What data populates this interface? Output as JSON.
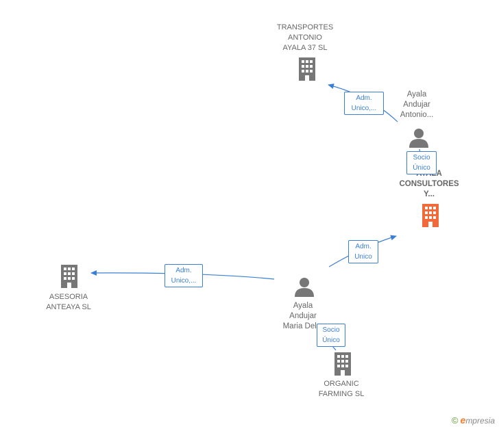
{
  "colors": {
    "edge": "#3a7fd5",
    "company_icon": "#777777",
    "focus_icon": "#f26a3a",
    "person_icon": "#777777",
    "label_text": "#666666"
  },
  "nodes": {
    "transportes": {
      "lines": [
        "TRANSPORTES",
        "ANTONIO",
        "AYALA 37  SL"
      ],
      "icon": "building-icon"
    },
    "ayala_antonio": {
      "lines": [
        "Ayala",
        "Andujar",
        "Antonio..."
      ],
      "icon": "person-icon"
    },
    "ayala_consultores": {
      "lines": [
        "AYALA",
        "CONSULTORES",
        "Y..."
      ],
      "icon": "building-icon"
    },
    "asesoria": {
      "lines": [
        "ASESORIA",
        "ANTEAYA SL"
      ],
      "icon": "building-icon"
    },
    "ayala_maria": {
      "lines": [
        "Ayala",
        "Andujar",
        "Maria Del..."
      ],
      "icon": "person-icon"
    },
    "organic": {
      "lines": [
        "ORGANIC",
        "FARMING  SL"
      ],
      "icon": "building-icon"
    }
  },
  "edges": {
    "e1": {
      "lines": [
        "Adm.",
        "Unico,..."
      ]
    },
    "e2": {
      "lines": [
        "Socio",
        "Único"
      ]
    },
    "e3": {
      "lines": [
        "Adm.",
        "Unico"
      ]
    },
    "e4": {
      "lines": [
        "Adm.",
        "Unico,..."
      ]
    },
    "e5": {
      "lines": [
        "Socio",
        "Único"
      ]
    }
  },
  "brand": {
    "copyright": "©",
    "e": "e",
    "rest": "mpresia"
  }
}
